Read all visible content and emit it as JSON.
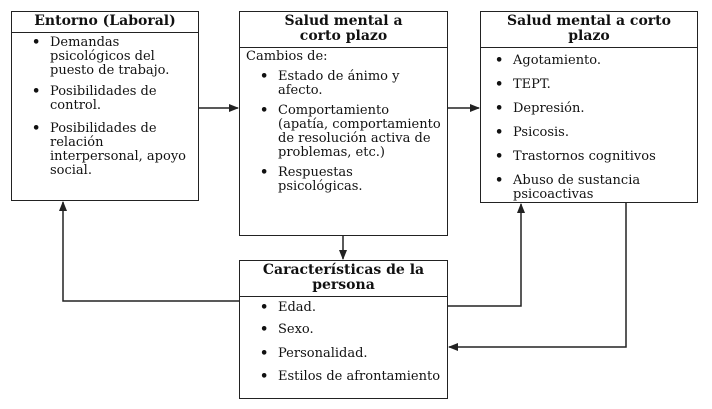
{
  "boxes": {
    "entorno": {
      "title": "Entorno (Laboral)",
      "items": [
        "Demandas psicológicos del puesto de trabajo.",
        "Posibilidades de control.",
        "Posibilidades de relación interpersonal, apoyo social."
      ]
    },
    "corto_plazo": {
      "title": "Salud mental a corto plazo",
      "subhead": "Cambios de:",
      "items": [
        "Estado de ánimo y afecto.",
        "Comportamiento (apatía, comportamiento de resolución activa de problemas, etc.)",
        "Respuestas psicológicas."
      ]
    },
    "largo_plazo": {
      "title": "Salud mental a corto plazo",
      "items": [
        "Agotamiento.",
        "TEPT.",
        "Depresión.",
        "Psicosis.",
        "Trastornos cognitivos",
        "Abuso de sustancia psicoactivas"
      ]
    },
    "persona": {
      "title": "Características de la persona",
      "items": [
        "Edad.",
        "Sexo.",
        "Personalidad.",
        "Estilos de afrontamiento"
      ]
    }
  }
}
